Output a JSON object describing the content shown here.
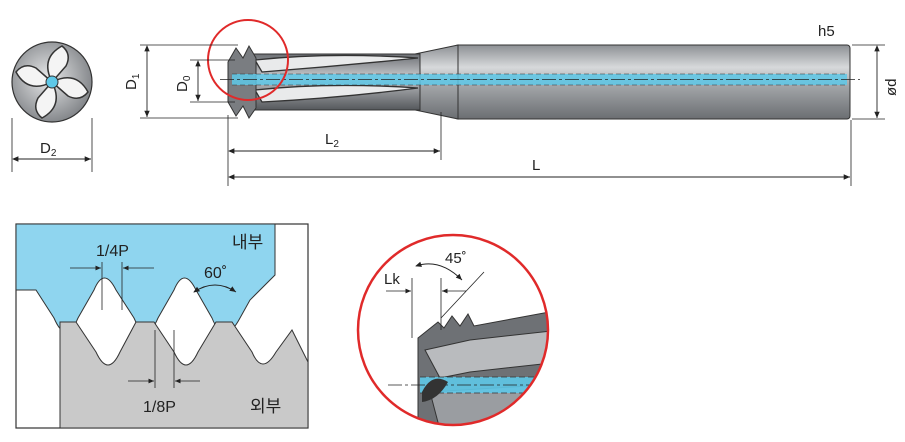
{
  "colors": {
    "coolant": "#5ec8e8",
    "outer_thread": "#c9c9c9",
    "inner_thread": "#8fd5ef",
    "tool_steel": "#a8abae",
    "highlight_circle": "#e02a2a",
    "line": "#222222"
  },
  "tool_drawing": {
    "tolerance_label": "h5",
    "diameter_label": "ød",
    "d1_label": "D",
    "d1_sub": "1",
    "d0_label": "D",
    "d0_sub": "0",
    "d2_label": "D",
    "d2_sub": "2",
    "l2_label": "L",
    "l2_sub": "2",
    "l_label": "L"
  },
  "thread_profile": {
    "pitch_quarter_label": "1/4P",
    "pitch_eighth_label": "1/8P",
    "angle_label": "60˚",
    "internal_label": "내부",
    "external_label": "외부"
  },
  "detail_view": {
    "chamfer_angle_label": "45˚",
    "lk_label": "Lk"
  }
}
